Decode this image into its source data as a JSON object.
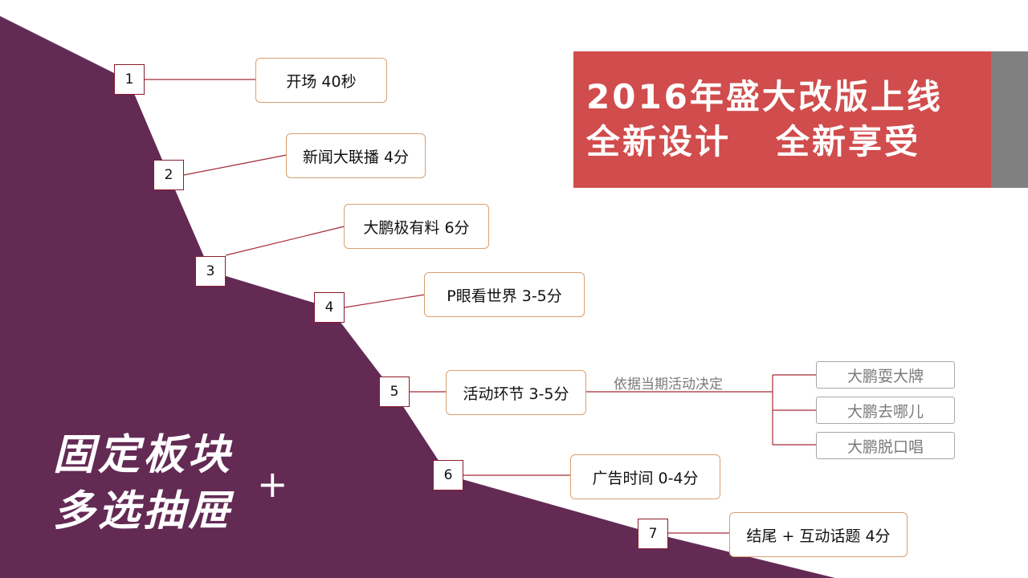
{
  "banner": {
    "line1": "2016年盛大改版上线",
    "line2_a": "全新设计",
    "line2_b": "全新享受"
  },
  "slogan": {
    "line1": "固定板块",
    "line2": "多选抽屉",
    "plus": "+"
  },
  "segments": [
    {
      "num": "1",
      "label": "开场 40秒"
    },
    {
      "num": "2",
      "label": "新闻大联播 4分"
    },
    {
      "num": "3",
      "label": "大鹏极有料 6分"
    },
    {
      "num": "4",
      "label": "P眼看世界  3-5分"
    },
    {
      "num": "5",
      "label": "活动环节 3-5分"
    },
    {
      "num": "6",
      "label": "广告时间 0-4分"
    },
    {
      "num": "7",
      "label": "结尾 + 互动话题 4分"
    }
  ],
  "branch": {
    "note": "依据当期活动决定",
    "options": [
      "大鹏耍大牌",
      "大鹏去哪儿",
      "大鹏脱口唱"
    ]
  },
  "colors": {
    "purple": "#632a54",
    "banner": "#d14c4c",
    "banner_side": "#808080",
    "connector": "#a52a36",
    "box_border": "#d9a071"
  }
}
